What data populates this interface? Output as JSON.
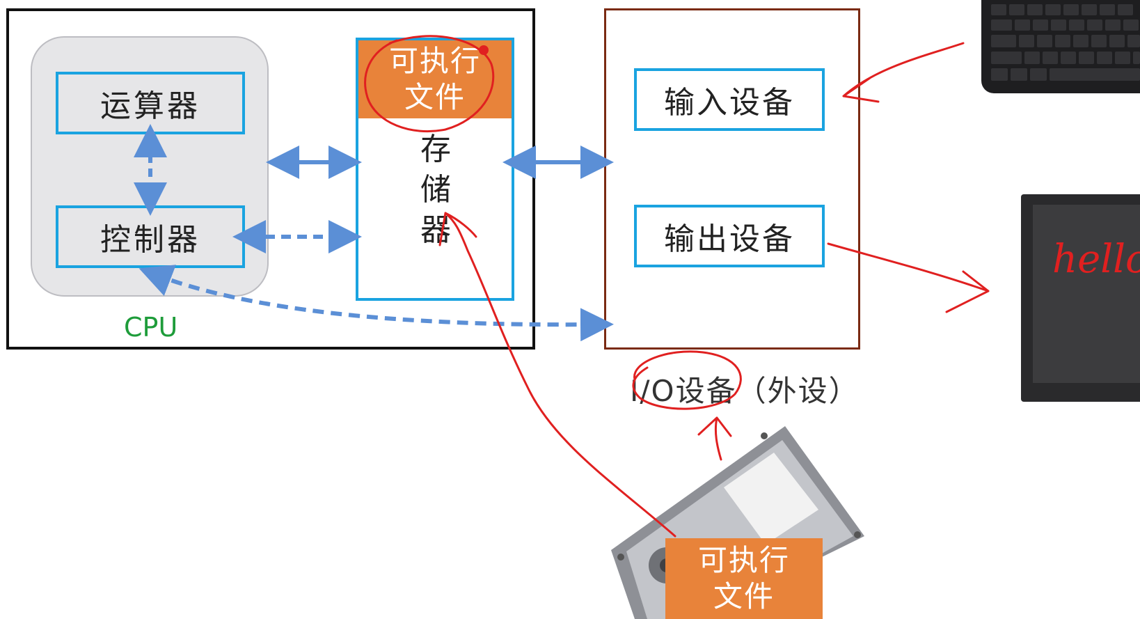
{
  "cpu": {
    "label": "CPU",
    "alu_label": "运算器",
    "control_label": "控制器"
  },
  "memory": {
    "label": "存储器",
    "file_label_line1": "可执行",
    "file_label_line2": "文件"
  },
  "io": {
    "input_label": "输入设备",
    "output_label": "输出设备",
    "group_label": "I/O设备（外设）"
  },
  "monitor": {
    "screen_text": "hello"
  },
  "disk": {
    "file_label_line1": "可执行",
    "file_label_line2": "文件"
  },
  "colors": {
    "accent_blue": "#1aa3e0",
    "arrow_blue": "#5b8fd6",
    "file_orange": "#e8833a",
    "annotation_red": "#e02020",
    "cpu_green": "#1e9c3a"
  }
}
